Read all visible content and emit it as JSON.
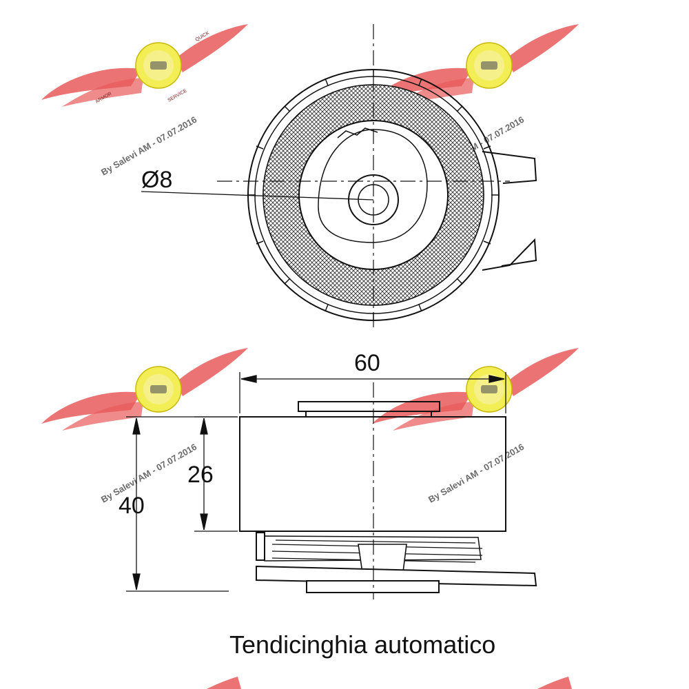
{
  "dimensions": {
    "bore_diameter": "Ø8",
    "width": "60",
    "pulley_height": "26",
    "total_height": "40"
  },
  "caption": "Tendicinghia automatico",
  "watermark": {
    "text": "By Salevi AM - 07.07.2016",
    "logo_left": "ARMOR",
    "logo_right": "SERVICE",
    "logo_top": "QUICK"
  },
  "colors": {
    "line": "#111111",
    "wing": "#e85a5a",
    "logo_yellow": "#f3ee55"
  }
}
